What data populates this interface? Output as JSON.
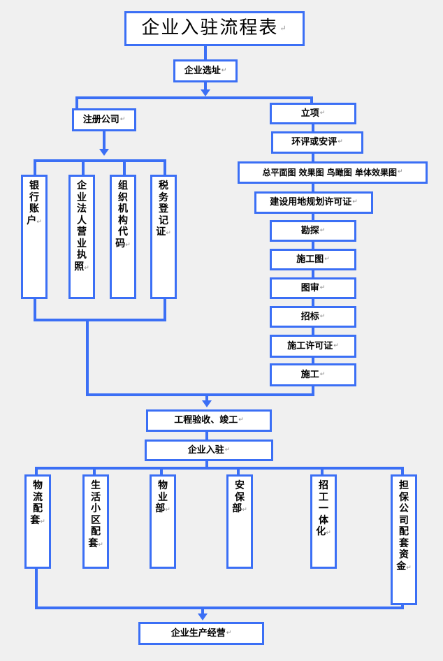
{
  "document": {
    "title": "企业入驻流程表",
    "pilcrow": "↵",
    "accent_color": "#3b6ff5",
    "background_color": "#f0f0f0",
    "box_fill": "#ffffff",
    "text_color": "#000000"
  },
  "nodes": {
    "title": "企业入驻流程表",
    "site_selection": "企业选址",
    "register_company": "注册公司",
    "licenses": [
      "银行账户",
      "企业法人营业执照",
      "组织机构代码",
      "税务登记证"
    ],
    "construction_chain": [
      "立项",
      "环评或安评",
      "总平面图 效果图 鸟瞰图 单体效果图",
      "建设用地规划许可证",
      "勘探",
      "施工图",
      "图审",
      "招标",
      "施工许可证",
      "施工"
    ],
    "acceptance": "工程验收、竣工",
    "enterprise_entry": "企业入驻",
    "services": [
      "物流配套",
      "生活小区配套",
      "物业部",
      "安保部",
      "招工一体化",
      "担保公司配套资金"
    ],
    "final": "企业生产经营"
  }
}
